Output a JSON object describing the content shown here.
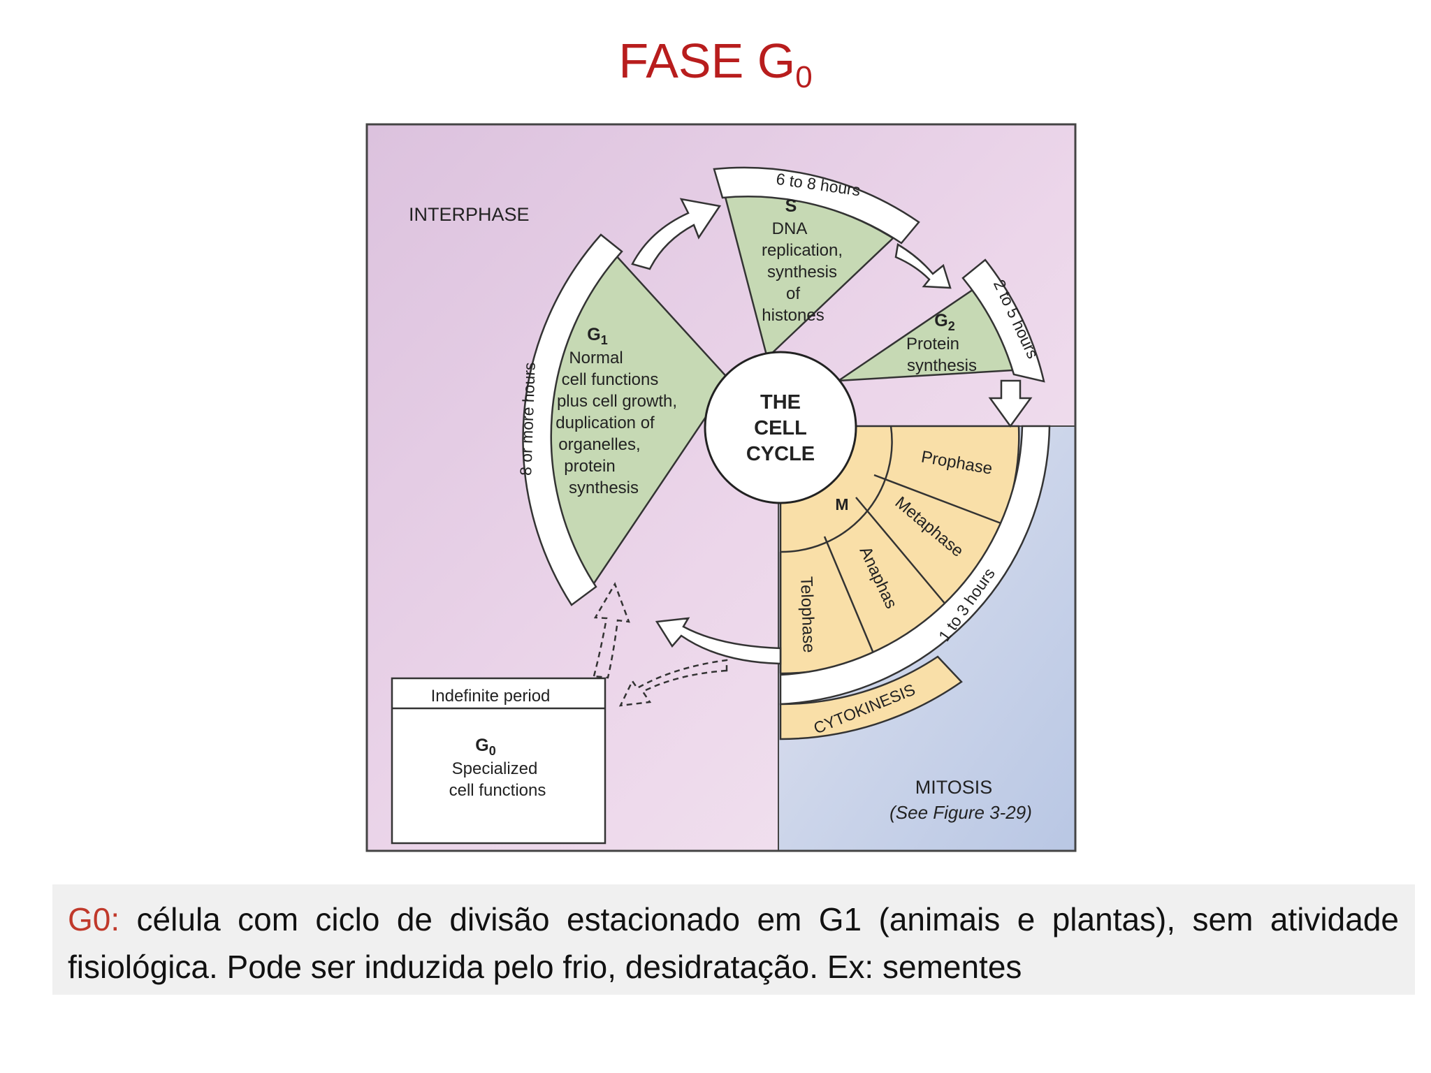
{
  "slide": {
    "title_main": "FASE G",
    "title_sub": "0"
  },
  "diagram": {
    "interphase": "INTERPHASE",
    "mitosis": "MITOSIS",
    "mitosis_ref": "(See Figure 3-29)",
    "center": [
      "THE",
      "CELL",
      "CYCLE"
    ],
    "g1": {
      "name": "G",
      "sub": "1",
      "lines": [
        "Normal",
        "cell functions",
        "plus cell growth,",
        "duplication of",
        "organelles,",
        "protein",
        "synthesis"
      ],
      "duration": "8 or more hours"
    },
    "s": {
      "name": "S",
      "lines": [
        "DNA",
        "replication,",
        "synthesis",
        "of",
        "histones"
      ],
      "duration": "6 to 8 hours"
    },
    "g2": {
      "name": "G",
      "sub": "2",
      "lines": [
        "Protein",
        "synthesis"
      ],
      "duration": "2 to 5 hours"
    },
    "m": {
      "name": "M",
      "phases": [
        "Prophase",
        "Metaphase",
        "Anaphas",
        "Telophase"
      ],
      "duration": "1 to 3 hours",
      "cytokinesis": "CYTOKINESIS"
    },
    "g0": {
      "period": "Indefinite period",
      "name": "G",
      "sub": "0",
      "lines": [
        "Specialized",
        "cell functions"
      ]
    },
    "colors": {
      "interphase_bg": "#e8cfe6",
      "mitosis_bg": "#c2cde6",
      "green_sector": "#c6d9b4",
      "orange_sector": "#f9dfa8"
    }
  },
  "caption": {
    "label": "G0:",
    "text": " célula com ciclo de divisão estacionado em G1 (animais e plantas), sem atividade fisiológica. Pode ser induzida pelo frio, desidratação. Ex: sementes"
  }
}
